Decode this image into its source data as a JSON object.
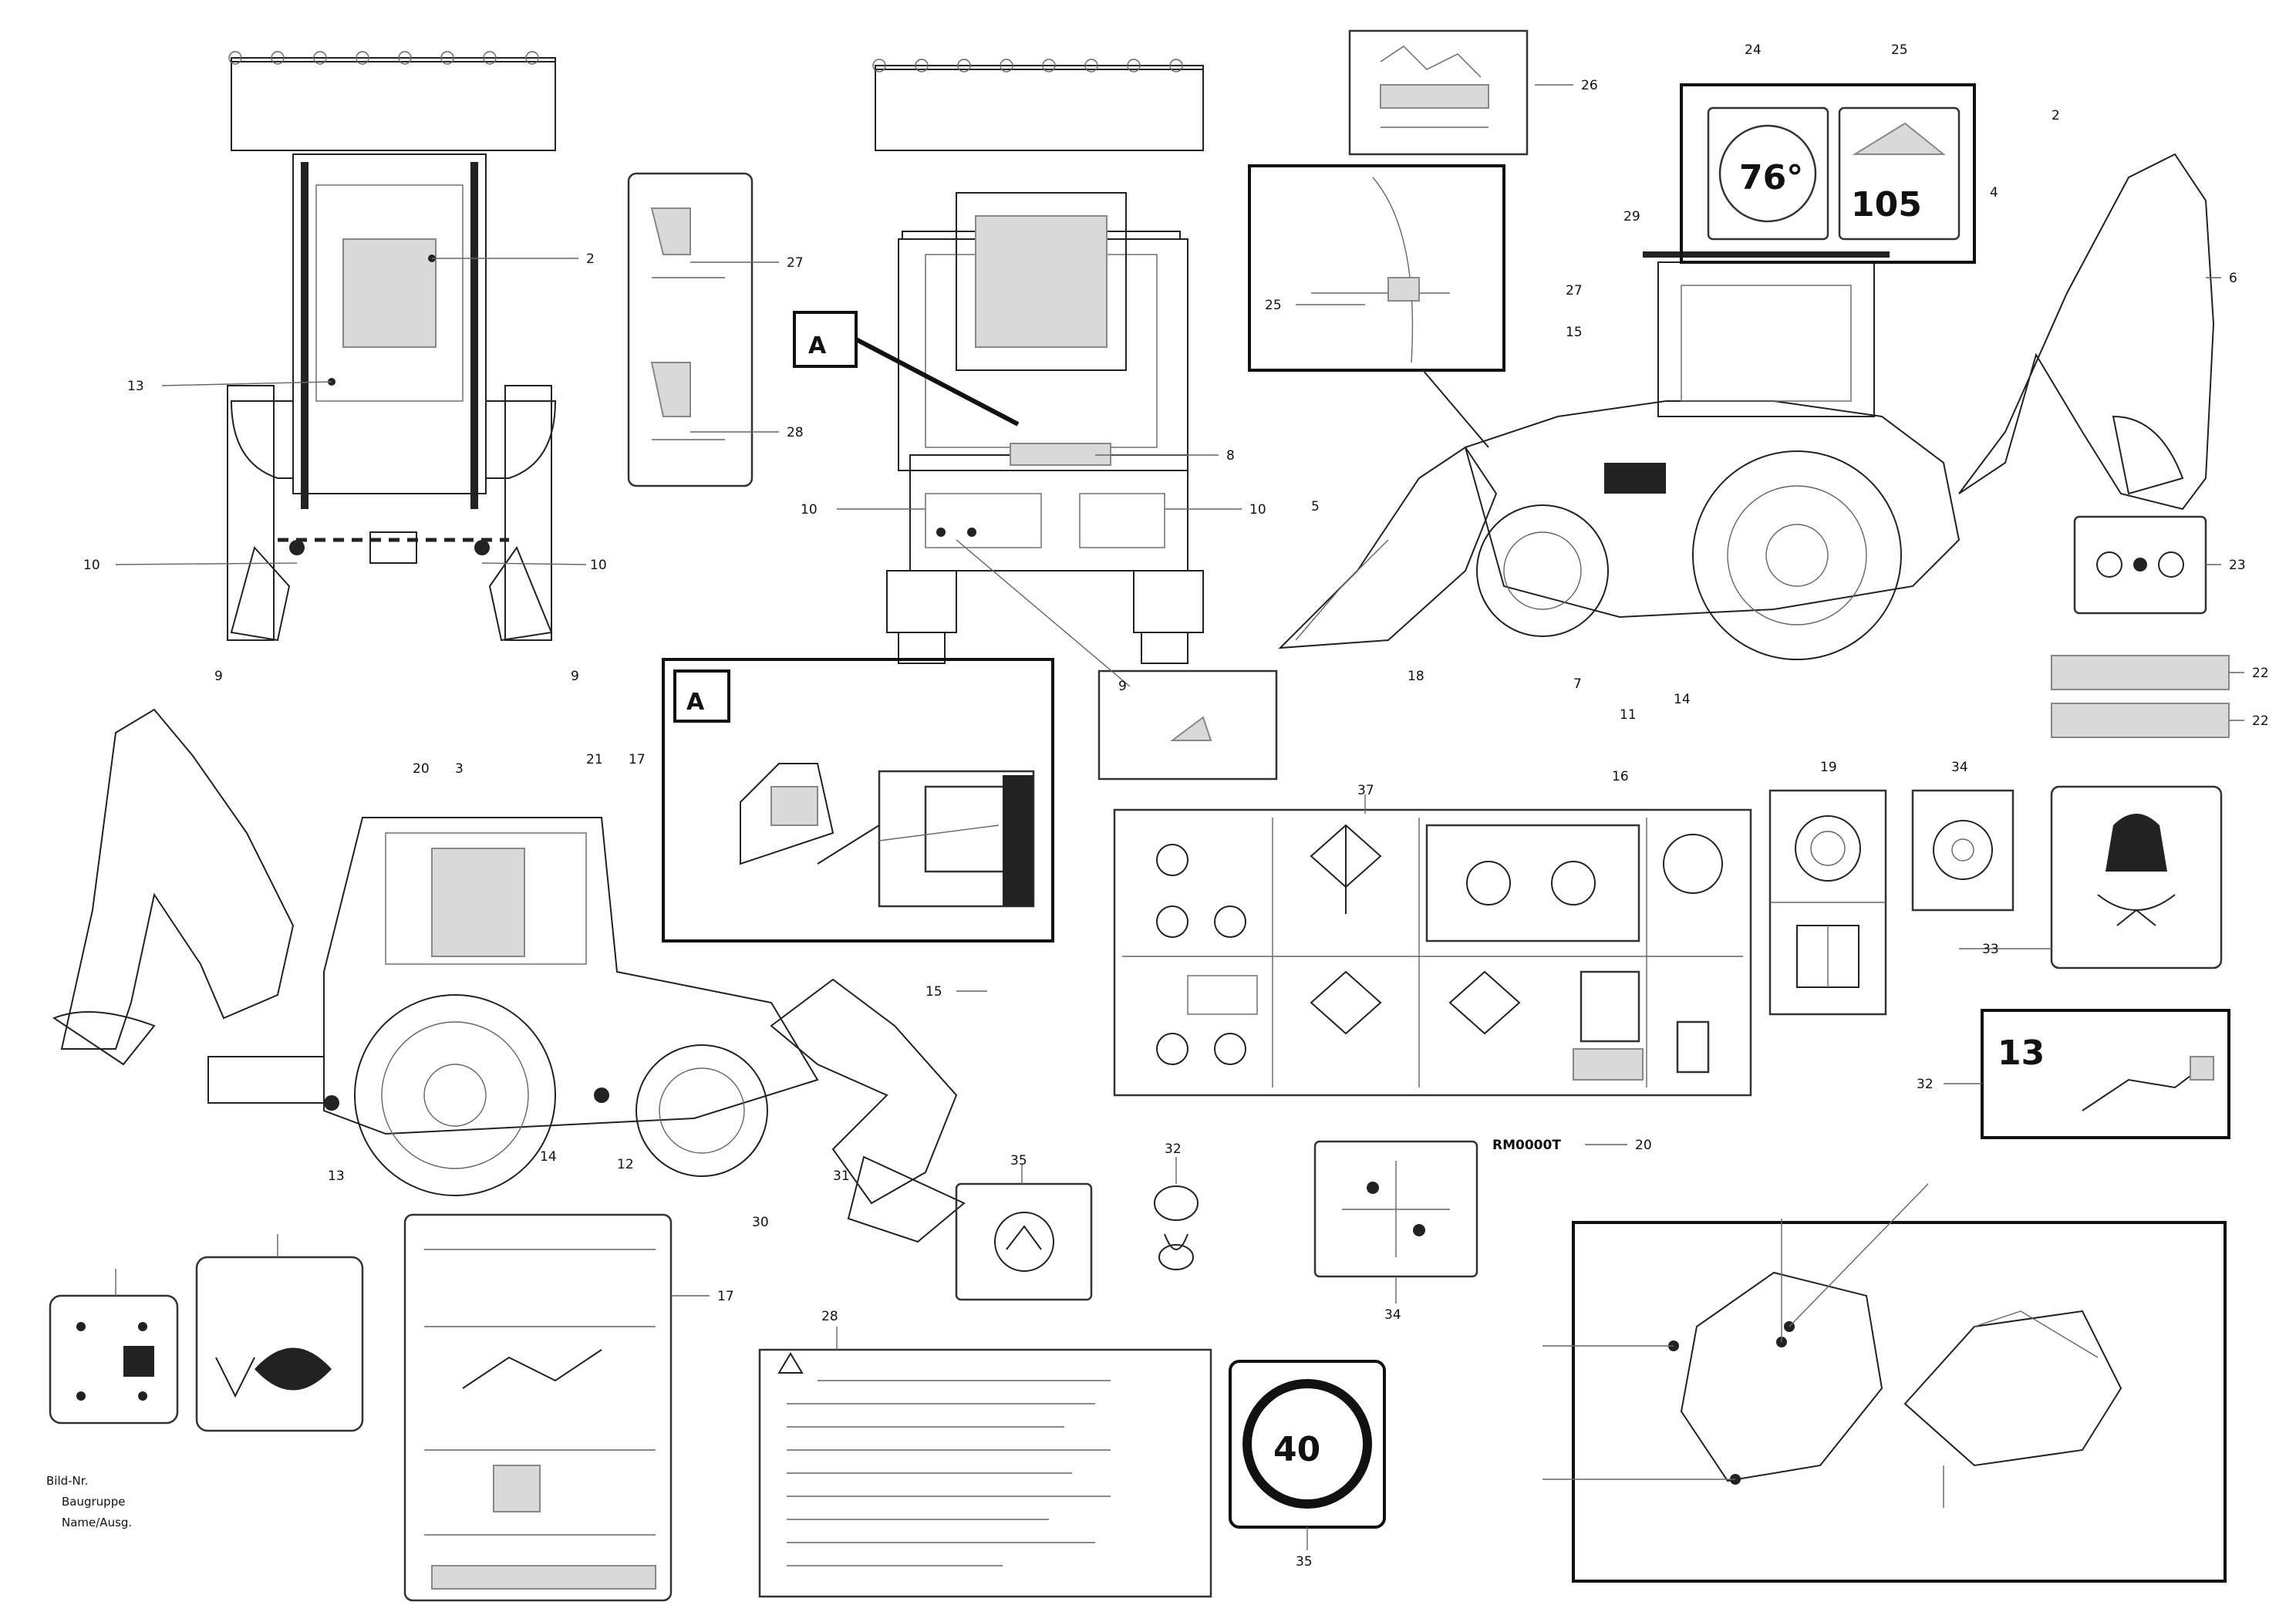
{
  "callouts": [
    {
      "id": "c1",
      "label": "2"
    },
    {
      "id": "c2",
      "label": "13"
    },
    {
      "id": "c3",
      "label": "10"
    },
    {
      "id": "c4",
      "label": "10"
    },
    {
      "id": "c5",
      "label": "9"
    },
    {
      "id": "c6",
      "label": "9"
    },
    {
      "id": "c7",
      "label": "27"
    },
    {
      "id": "c8",
      "label": "28"
    },
    {
      "id": "c9",
      "label": "8"
    },
    {
      "id": "c10",
      "label": "10"
    },
    {
      "id": "c11",
      "label": "10"
    },
    {
      "id": "c12",
      "label": "9"
    },
    {
      "id": "c13",
      "label": "26"
    },
    {
      "id": "c14",
      "label": "25"
    },
    {
      "id": "c15",
      "label": "24"
    },
    {
      "id": "c16",
      "label": "25"
    },
    {
      "id": "c17",
      "label": "6"
    },
    {
      "id": "c18",
      "label": "23"
    },
    {
      "id": "c19",
      "label": "22"
    },
    {
      "id": "c20",
      "label": "22"
    },
    {
      "id": "c21",
      "label": "5"
    },
    {
      "id": "c22",
      "label": "18"
    },
    {
      "id": "c23",
      "label": "7"
    },
    {
      "id": "c24",
      "label": "11"
    },
    {
      "id": "c25",
      "label": "14"
    },
    {
      "id": "c26",
      "label": "16"
    },
    {
      "id": "c27",
      "label": "29"
    },
    {
      "id": "c28",
      "label": "27"
    },
    {
      "id": "c29",
      "label": "15"
    },
    {
      "id": "c30",
      "label": "4"
    },
    {
      "id": "c31",
      "label": "2"
    },
    {
      "id": "c32",
      "label": "20"
    },
    {
      "id": "c33",
      "label": "3"
    },
    {
      "id": "c34",
      "label": "21"
    },
    {
      "id": "c35",
      "label": "17"
    },
    {
      "id": "c36",
      "label": "13"
    },
    {
      "id": "c37",
      "label": "14"
    },
    {
      "id": "c38",
      "label": "12"
    },
    {
      "id": "c39",
      "label": "30"
    },
    {
      "id": "c40",
      "label": "31"
    },
    {
      "id": "c41",
      "label": "15"
    },
    {
      "id": "c42",
      "label": "37"
    },
    {
      "id": "c43",
      "label": "19"
    },
    {
      "id": "c44",
      "label": "34"
    },
    {
      "id": "c45",
      "label": "33"
    },
    {
      "id": "c46",
      "label": "32"
    },
    {
      "id": "c47",
      "label": "20"
    },
    {
      "id": "c48",
      "label": "35"
    },
    {
      "id": "c49",
      "label": "32"
    },
    {
      "id": "c50",
      "label": "34"
    },
    {
      "id": "c51",
      "label": "17"
    },
    {
      "id": "c52",
      "label": "28"
    },
    {
      "id": "c53",
      "label": "35"
    }
  ],
  "detail_letter_a1": "A",
  "detail_letter_a2": "A",
  "sign_inclination_1": "76°",
  "sign_inclination_2": "105",
  "sign_speed": "40",
  "capacity_value": "13",
  "code_label": "RM0000T",
  "footnote_lines": [
    "Bild-Nr.",
    "Baugruppe",
    "Name/Ausg."
  ]
}
